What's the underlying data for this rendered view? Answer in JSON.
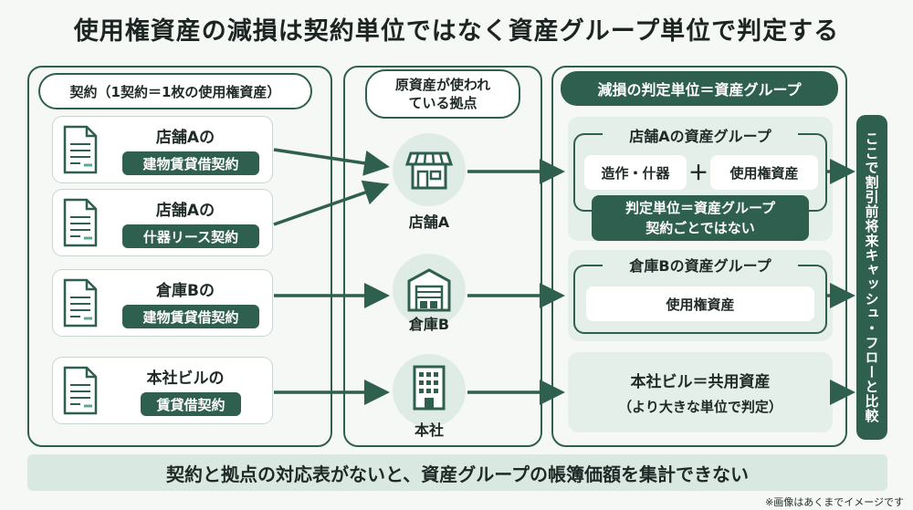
{
  "title": "使用権資産の減損は契約単位ではなく資産グループ単位で判定する",
  "contracts": {
    "header": "契約（1契約＝1枚の使用権資産）",
    "items": [
      {
        "place": "店舗Aの",
        "kind": "建物賃貸借契約"
      },
      {
        "place": "店舗Aの",
        "kind": "什器リース契約"
      },
      {
        "place": "倉庫Bの",
        "kind": "建物賃貸借契約"
      },
      {
        "place": "本社ビルの",
        "kind": "賃貸借契約"
      }
    ]
  },
  "sites": {
    "header_line1": "原資産が使われ",
    "header_line2": "ている拠点",
    "items": [
      {
        "label": "店舗A",
        "icon": "store-icon"
      },
      {
        "label": "倉庫B",
        "icon": "warehouse-icon"
      },
      {
        "label": "本社",
        "icon": "office-building-icon"
      }
    ]
  },
  "groups": {
    "header": "減損の判定単位＝資産グループ",
    "storeA": {
      "title": "店舗Aの資産グループ",
      "left": "造作・什器",
      "plus": "＋",
      "right": "使用権資産",
      "note_line1": "判定単位＝資産グループ",
      "note_line2": "契約ごとではない"
    },
    "warehouseB": {
      "title": "倉庫Bの資産グループ",
      "item": "使用権資産"
    },
    "hq": {
      "line1": "本社ビル＝共用資産",
      "line2": "（より大きな単位で判定）"
    }
  },
  "comparison": "ここで割引前将来キャッシュ・フローと比較",
  "bottom": "契約と拠点の対応表がないと、資産グループの帳簿価額を集計できない",
  "footnote": "※画像はあくまでイメージです",
  "colors": {
    "accent": "#2f5f4f",
    "light": "#e4efea",
    "background": "#f6f8f6"
  }
}
